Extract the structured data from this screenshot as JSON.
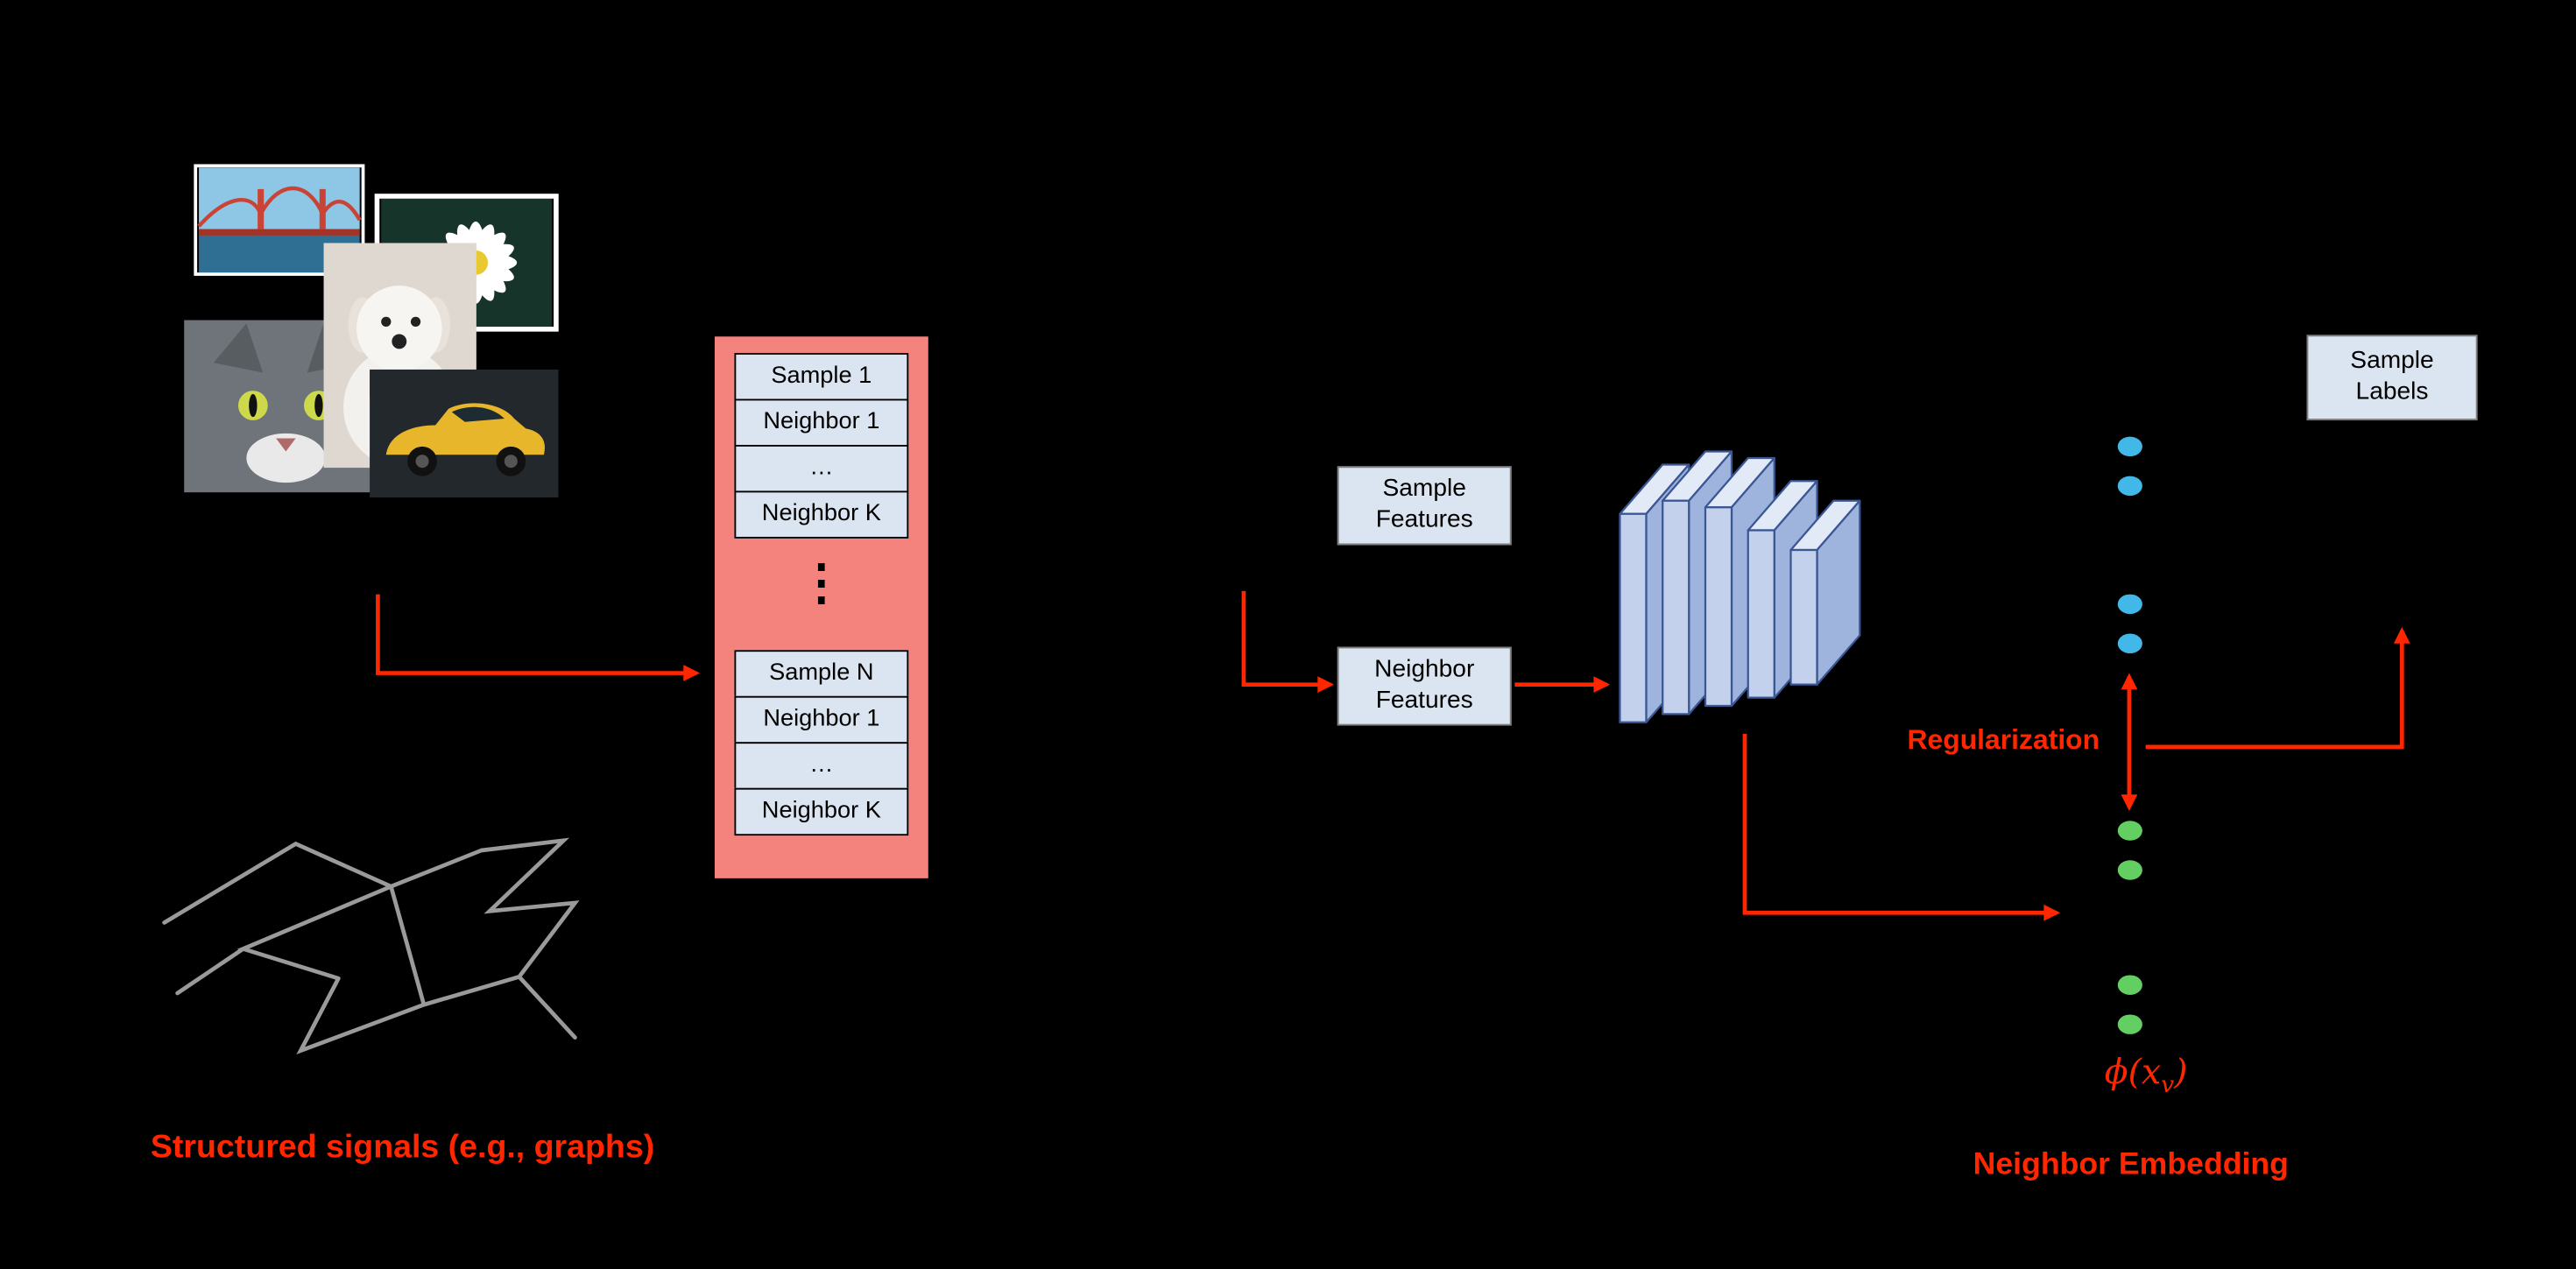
{
  "colors": {
    "background": "#000000",
    "accent_red": "#ff2600",
    "table_bg": "#f4837d",
    "cell_bg": "#dbe5f1",
    "box_border": "#7f7f7f",
    "layer_front": "#c3d1ec",
    "layer_top": "#e2e9f7",
    "layer_side": "#9fb4dc",
    "layer_stroke": "#3a5694",
    "dot_blue": "#41b8e8",
    "dot_green": "#63cf63",
    "graph_line": "#9a9a9a"
  },
  "labels": {
    "structured_signals": "Structured signals (e.g., graphs)",
    "regularization": "Regularization",
    "neighbor_embedding": "Neighbor Embedding",
    "phi_open": "ϕ(x",
    "phi_sub": "v",
    "phi_close": ")"
  },
  "boxes": {
    "sample_features": "Sample Features",
    "neighbor_features": "Neighbor Features",
    "sample_labels": "Sample Labels"
  },
  "table": {
    "ellipsis": "⋮",
    "groups": [
      {
        "rows": [
          "Sample 1",
          "Neighbor 1",
          "…",
          "Neighbor K"
        ]
      },
      {
        "rows": [
          "Sample N",
          "Neighbor 1",
          "…",
          "Neighbor K"
        ]
      }
    ]
  }
}
